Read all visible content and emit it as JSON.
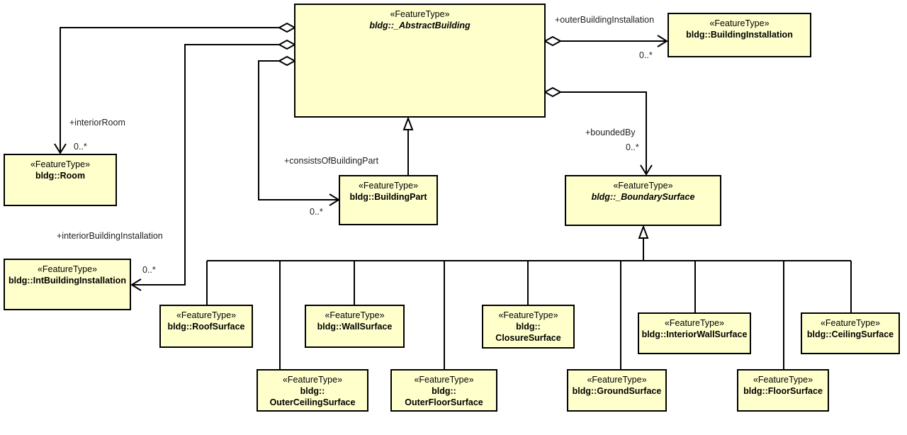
{
  "stereotype": "«FeatureType»",
  "classes": {
    "abstract_building": "bldg::_AbstractBuilding",
    "building_installation": "bldg::BuildingInstallation",
    "room": "bldg::Room",
    "building_part": "bldg::BuildingPart",
    "boundary_surface": "bldg::_BoundarySurface",
    "int_building_installation": "bldg::IntBuildingInstallation",
    "roof_surface": "bldg::RoofSurface",
    "wall_surface": "bldg::WallSurface",
    "closure_surface": "bldg::\nClosureSurface",
    "interior_wall_surface": "bldg::InteriorWallSurface",
    "ceiling_surface": "bldg::CeilingSurface",
    "outer_ceiling_surface": "bldg::\nOuterCeilingSurface",
    "outer_floor_surface": "bldg::\nOuterFloorSurface",
    "ground_surface": "bldg::GroundSurface",
    "floor_surface": "bldg::FloorSurface"
  },
  "roles": {
    "outer_building_installation": "+outerBuildingInstallation",
    "interior_room": "+interiorRoom",
    "consists_of_building_part": "+consistsOfBuildingPart",
    "bounded_by": "+boundedBy",
    "interior_building_installation": "+interiorBuildingInstallation"
  },
  "multiplicity": "0..*"
}
